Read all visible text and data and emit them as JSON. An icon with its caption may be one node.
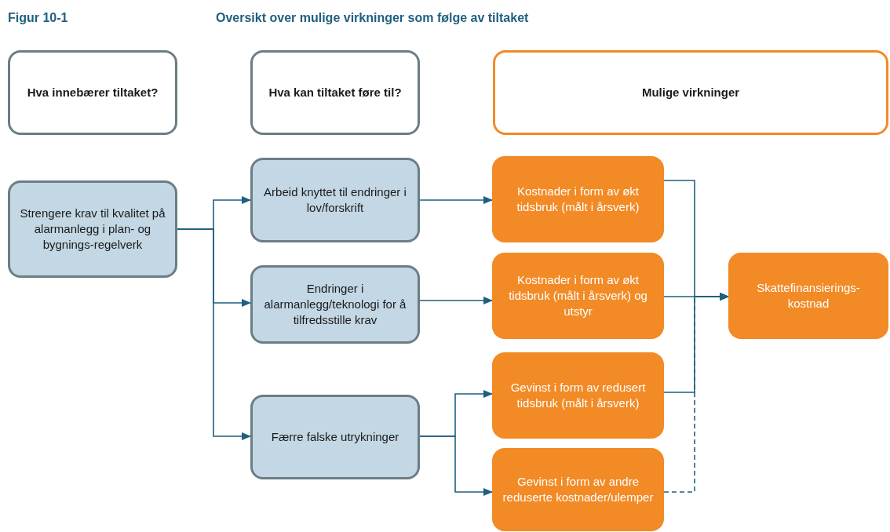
{
  "diagram": {
    "title": "Oversikt over mulige virkninger som følge av tiltaket",
    "nodes": [
      {
        "text": [
          "Hva innebærer tiltaket?"
        ]
      },
      {
        "text": [
          "Hva kan tiltaket føre til?"
        ]
      },
      {
        "text": [
          "Mulige virkninger"
        ]
      },
      {
        "text": [
          "Strengere krav til kvalitet på alarmanlegg i plan- og bygnings-regelverk"
        ]
      },
      {
        "text": [
          "Arbeid knyttet til endringer i lov/forskrift"
        ]
      },
      {
        "text": [
          "Endringer i alarmanlegg/teknologi for å tilfredsstille krav"
        ]
      },
      {
        "text": [
          "Færre falske utrykninger"
        ]
      },
      {
        "text": [
          "Kostnader i form av økt tidsbruk (målt i årsverk)"
        ]
      },
      {
        "text": [
          "Kostnader i form av økt tidsbruk (målt i årsverk) og utstyr"
        ]
      },
      {
        "text": [
          "Gevinst i form av redusert tidsbruk (målt i årsverk)"
        ]
      },
      {
        "text": [
          "Gevinst i form av andre reduserte kostnader/ulemper"
        ]
      },
      {
        "text": [
          "Skattefinansierings-kostnad"
        ]
      }
    ],
    "edges": [
      {
        "from": 3,
        "to": 4,
        "arrow": "to"
      },
      {
        "from": 3,
        "to": 5,
        "arrow": "to"
      },
      {
        "from": 3,
        "to": 6,
        "arrow": "to"
      },
      {
        "from": 4,
        "to": 7,
        "arrow": "to"
      },
      {
        "from": 5,
        "to": 8,
        "arrow": "to"
      },
      {
        "from": 6,
        "to": 9,
        "arrow": "to"
      },
      {
        "from": 6,
        "to": 10,
        "arrow": "to"
      },
      {
        "from": 7,
        "to": 11,
        "arrow": "to"
      },
      {
        "from": 8,
        "to": 11,
        "arrow": "to"
      },
      {
        "from": 9,
        "to": 11,
        "arrow": "to"
      },
      {
        "from": 10,
        "to": 11,
        "arrow": "to",
        "style": "dashed"
      }
    ],
    "labels": [
      "Figur 10-1"
    ]
  }
}
